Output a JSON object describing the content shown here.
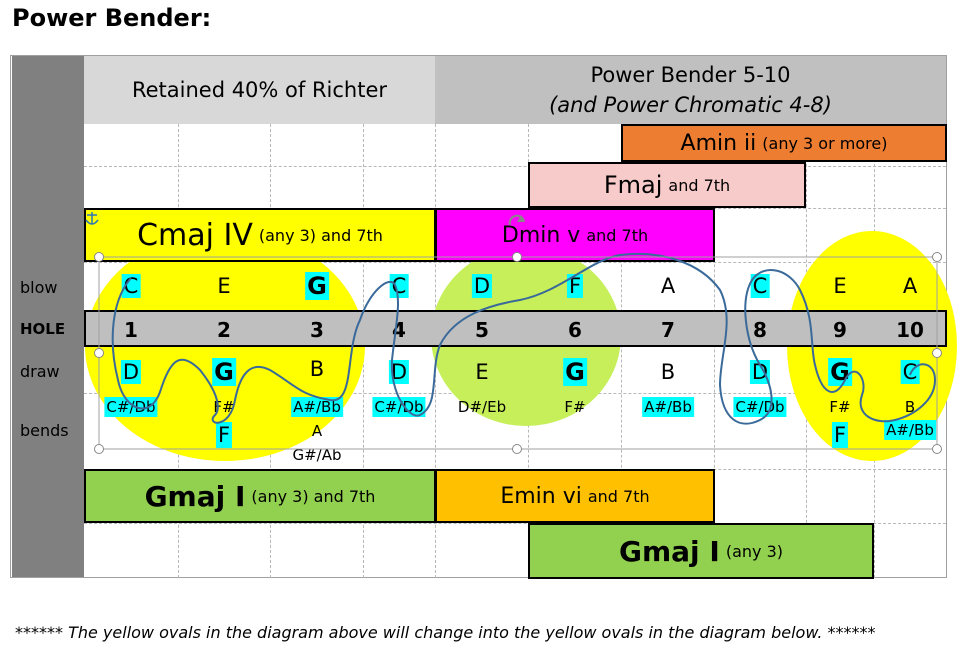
{
  "title": "Power Bender:",
  "header": {
    "left": "Retained 40% of Richter",
    "right_line1": "Power Bender 5-10",
    "right_line2": "(and Power Chromatic 4-8)"
  },
  "chords": {
    "amin": {
      "name": "Amin ii",
      "detail": "(any 3 or more)",
      "color": "#ed7d31"
    },
    "fmaj": {
      "name": "Fmaj",
      "detail": "and 7th",
      "color": "#f8cbcb"
    },
    "cmaj": {
      "name": "Cmaj IV",
      "detail": "(any 3) and 7th",
      "color": "#ffff00"
    },
    "dmin": {
      "name": "Dmin v",
      "detail": "and 7th",
      "color": "#ff00ff"
    },
    "gmaj1": {
      "name": "Gmaj I",
      "detail": "(any 3) and 7th",
      "color": "#92d050"
    },
    "emin": {
      "name": "Emin vi",
      "detail": "and 7th",
      "color": "#ffc000"
    },
    "gmaj2": {
      "name": "Gmaj I",
      "detail": "(any 3)",
      "color": "#92d050"
    }
  },
  "row_labels": {
    "blow": "blow",
    "hole": "HOLE",
    "draw": "draw",
    "bends": "bends"
  },
  "blow": [
    "C",
    "E",
    "G",
    "C",
    "D",
    "F",
    "A",
    "C",
    "E",
    "A"
  ],
  "holes": [
    "1",
    "2",
    "3",
    "4",
    "5",
    "6",
    "7",
    "8",
    "9",
    "10"
  ],
  "draw": [
    "D",
    "G",
    "B",
    "D",
    "E",
    "G",
    "B",
    "D",
    "G",
    "C"
  ],
  "bends1": [
    "C#/Db",
    "F#",
    "A#/Bb",
    "C#/Db",
    "D#/Eb",
    "F#",
    "A#/Bb",
    "C#/Db",
    "F#",
    "B"
  ],
  "bends2": [
    "",
    "F",
    "A",
    "",
    "",
    "",
    "",
    "",
    "F",
    "A#/Bb"
  ],
  "bends3": [
    "",
    "",
    "G#/Ab",
    "",
    "",
    "",
    "",
    "",
    "",
    ""
  ],
  "footer": "****** The yellow ovals in the diagram above will change into the yellow ovals in the diagram below. ******",
  "colors": {
    "highlight": "#00ffff",
    "oval_yellow": "#ffff00",
    "oval_green": "#c6ef5a",
    "line_blue": "#3a6a9a"
  }
}
